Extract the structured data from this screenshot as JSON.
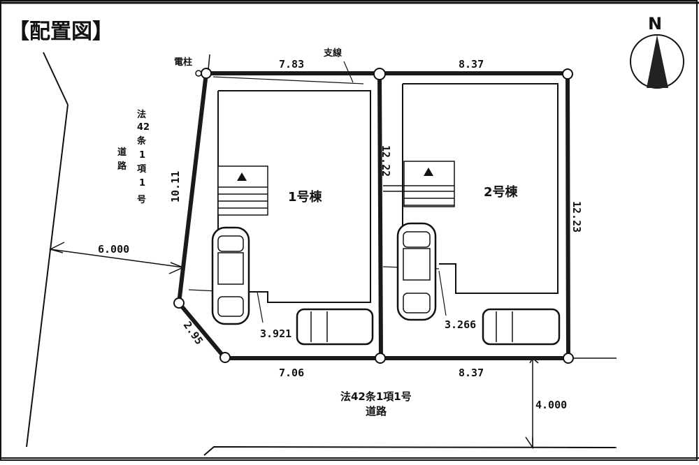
{
  "title": "【配置図】",
  "north": {
    "label": "N",
    "icon": "north-arrow-icon"
  },
  "annotations": {
    "utility_pole": "電柱",
    "guy_wire": "支線"
  },
  "roads": {
    "west_road_lines": [
      "法",
      "42",
      "条",
      "1",
      "項",
      "1",
      "号"
    ],
    "west_road_suffix": [
      "道",
      "路"
    ],
    "west_road_width": "6.000",
    "south_road_line1": "法42条1項1号",
    "south_road_line2": "道路",
    "south_road_width": "4.000"
  },
  "lots": [
    {
      "name": "1号棟",
      "top_edge": "7.83",
      "west_edge": "10.11",
      "corner_cut": "2.95",
      "bottom_edge": "7.06",
      "shared_edge": "12.22",
      "setback": "3.921"
    },
    {
      "name": "2号棟",
      "top_edge": "8.37",
      "east_edge": "12.23",
      "bottom_edge": "8.37",
      "setback": "3.266"
    }
  ],
  "entrance_icon": "entrance-triangle-icon",
  "colors": {
    "ink": "#111111",
    "background": "#ffffff",
    "boundary": "#1a1a1a"
  }
}
